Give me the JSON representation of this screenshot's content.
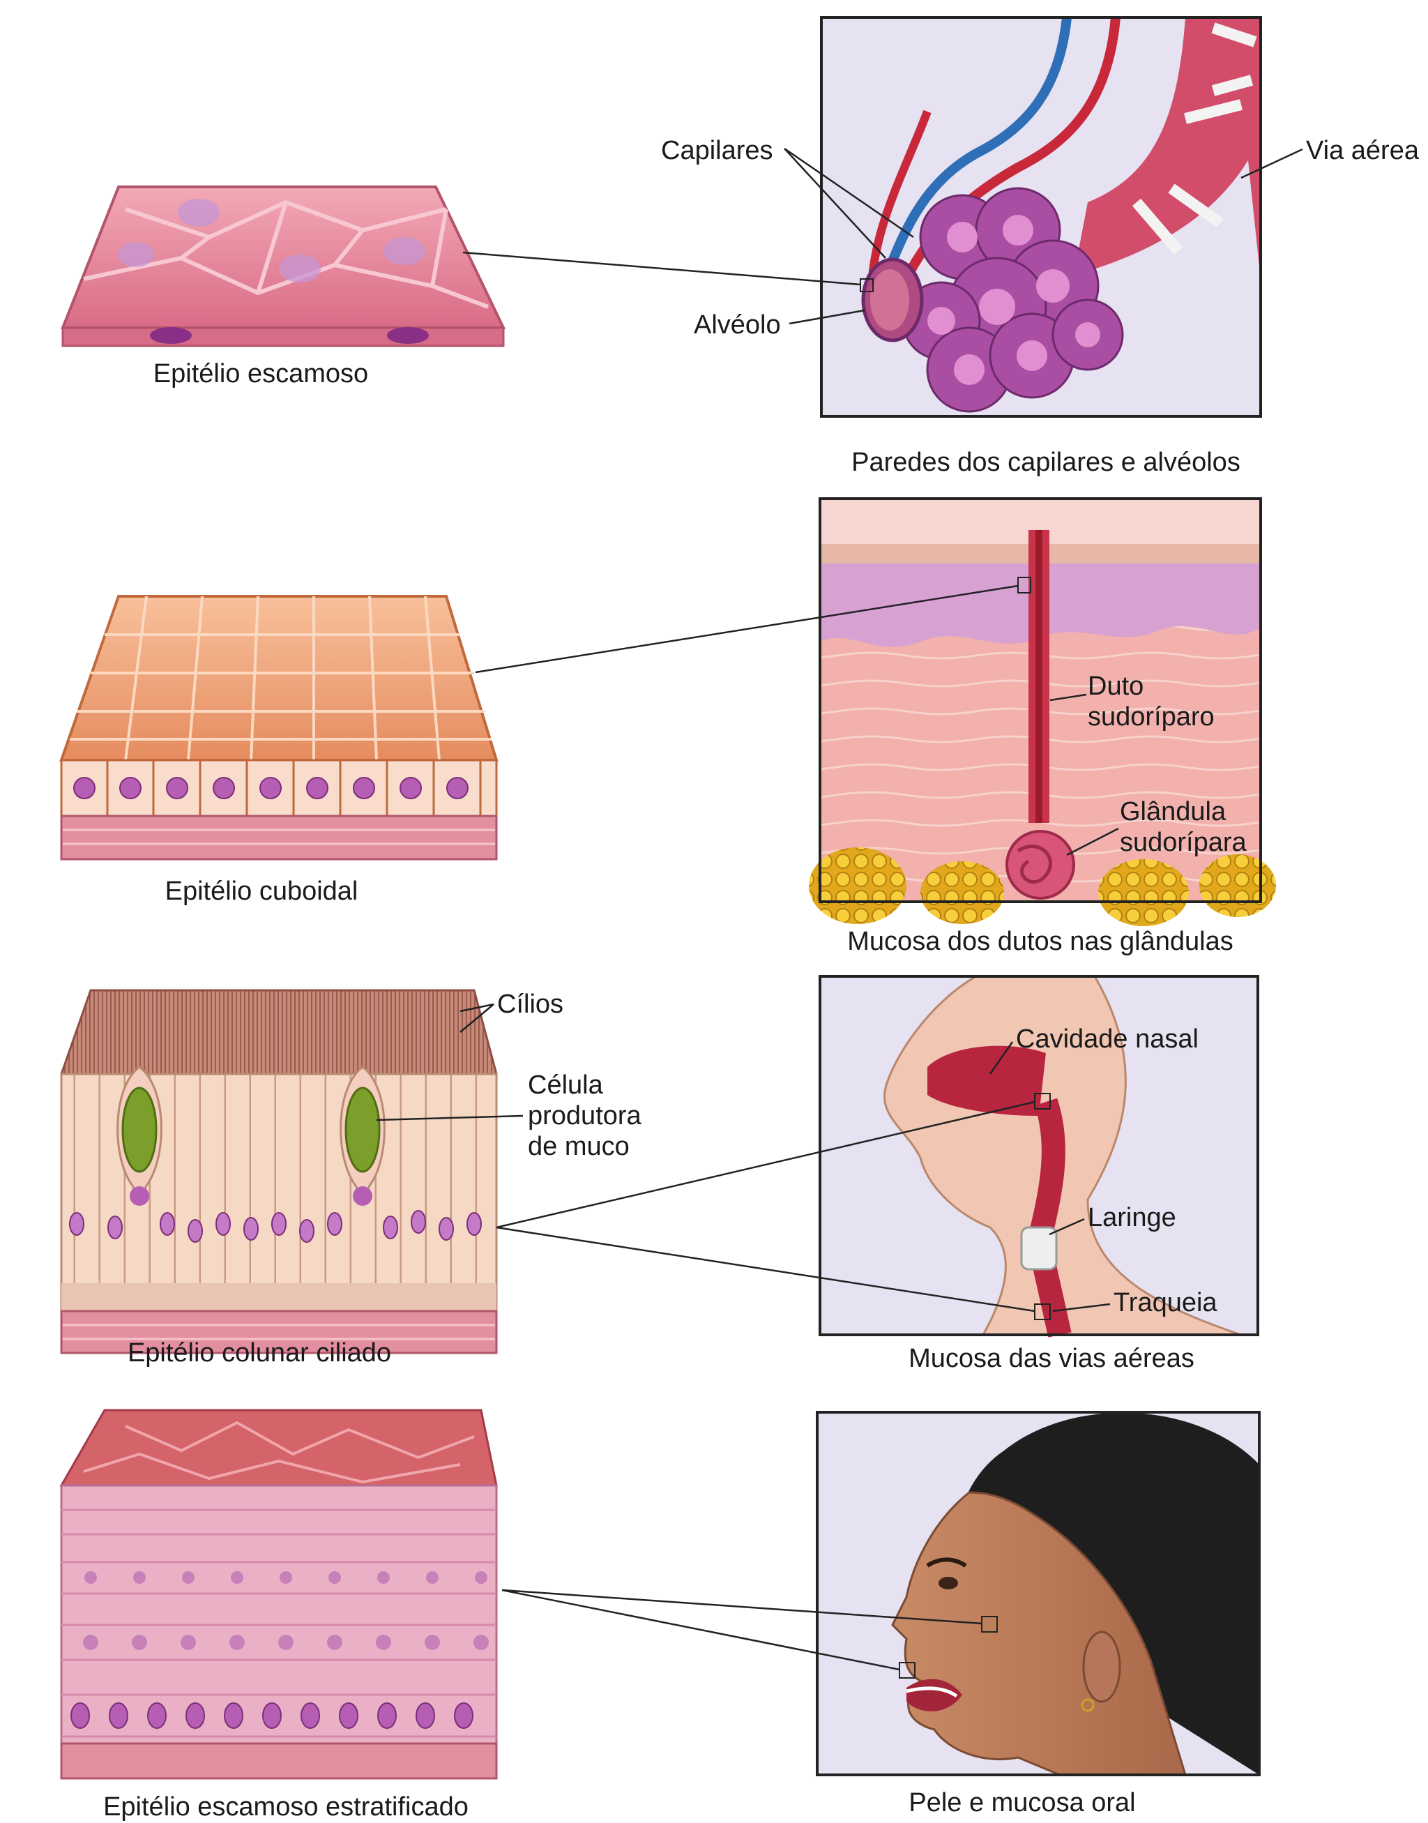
{
  "rows": [
    {
      "tissue_caption": "Epitélio escamoso",
      "location_caption": "Paredes dos capilares e alvéolos",
      "callouts": [
        "Capilares",
        "Via aérea",
        "Alvéolo"
      ]
    },
    {
      "tissue_caption": "Epitélio cuboidal",
      "location_caption": "Mucosa dos dutos nas glândulas",
      "callouts": [
        "Duto",
        "sudoríparo",
        "Glândula",
        "sudorípara"
      ]
    },
    {
      "tissue_caption": "Epitélio colunar ciliado",
      "location_caption": "Mucosa das vias aéreas",
      "callouts": [
        "Cílios",
        "Célula",
        "produtora",
        "de muco",
        "Cavidade nasal",
        "Laringe",
        "Traqueia"
      ]
    },
    {
      "tissue_caption": "Epitélio escamoso estratificado",
      "location_caption": "Pele e mucosa oral",
      "callouts": []
    }
  ],
  "colors": {
    "squamous": "#e78ca0",
    "cuboidal": "#f0a57a",
    "ciliated": "#f4d2bc",
    "stratified": "#e8a6c4",
    "nucleus": "#b65db4",
    "vessel_red": "#c8283a",
    "vessel_blue": "#2f6fb8",
    "panel_bg": "#e6e2f1"
  }
}
